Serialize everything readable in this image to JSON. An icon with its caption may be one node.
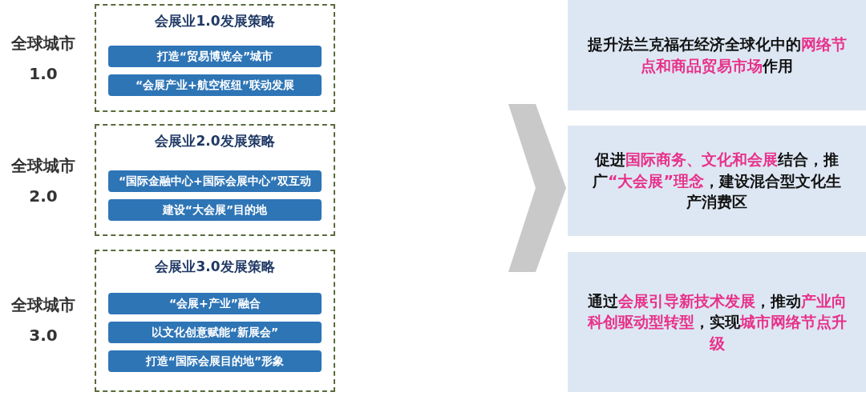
{
  "diagram": {
    "nodes": [
      {
        "text": [
          "会展业1.0发展策略"
        ],
        "beside": [
          "全球城市1.0"
        ]
      },
      {
        "text": [
          "打造“贸易博览会”城市"
        ],
        "in": 0
      },
      {
        "text": [
          "“会展产业+航空枢纽”联动发展"
        ],
        "in": 0
      },
      {
        "text": [
          "会展业2.0发展策略"
        ],
        "beside": [
          "全球城市2.0"
        ]
      },
      {
        "text": [
          "“国际金融中心+国际会展中心”双互动"
        ],
        "in": 3
      },
      {
        "text": [
          "建设“大会展”目的地"
        ],
        "in": 3
      },
      {
        "text": [
          "会展业3.0发展策略"
        ],
        "beside": [
          "全球城市3.0"
        ]
      },
      {
        "text": [
          "“会展+产业”融合"
        ],
        "in": 6
      },
      {
        "text": [
          "以文化创意赋能“新展会”"
        ],
        "in": 6
      },
      {
        "text": [
          "打造“国际会展目的地”形象"
        ],
        "in": 6
      },
      {
        "text": [
          "提升法兰克福在经济全球化中的**网络节点和商品贸易市场**作用"
        ]
      },
      {
        "text": [
          "促进**国际商务、文化和会展**结合，推广**“大会展”理念**，建设混合型文化生产消费区"
        ]
      },
      {
        "text": [
          "通过**会展引导新技术发展**，推动**产业向科创驱动型转型**，实现**城市网络节点升级**"
        ]
      }
    ],
    "edges": []
  }
}
